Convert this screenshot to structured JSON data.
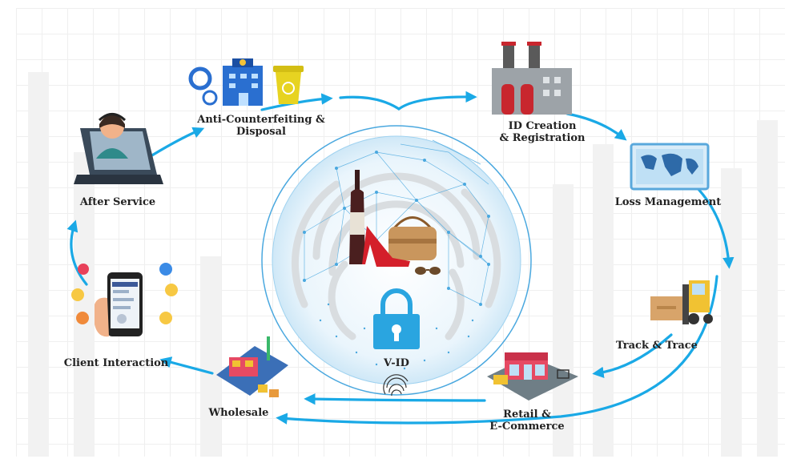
{
  "diagram": {
    "center_label": "V-ID",
    "stages": [
      {
        "id": "id-creation",
        "label_lines": [
          "ID Creation",
          "& Registration"
        ]
      },
      {
        "id": "loss-management",
        "label_lines": [
          "Loss Management"
        ]
      },
      {
        "id": "track-trace",
        "label_lines": [
          "Track & Trace"
        ]
      },
      {
        "id": "retail",
        "label_lines": [
          "Retail &",
          "E-Commerce"
        ]
      },
      {
        "id": "wholesale",
        "label_lines": [
          "Wholesale"
        ]
      },
      {
        "id": "client-interaction",
        "label_lines": [
          "Client Interaction"
        ]
      },
      {
        "id": "after-service",
        "label_lines": [
          "After Service"
        ]
      },
      {
        "id": "anti-counterfeiting",
        "label_lines": [
          "Anti-Counterfeiting &",
          "Disposal"
        ]
      }
    ]
  },
  "colors": {
    "arrow": "#1aa9e6",
    "globe": "#4aa8df",
    "lock": "#2aa5e0",
    "factory": "#c8262e",
    "police": "#2a6fd0",
    "bin": "#e7d321"
  }
}
